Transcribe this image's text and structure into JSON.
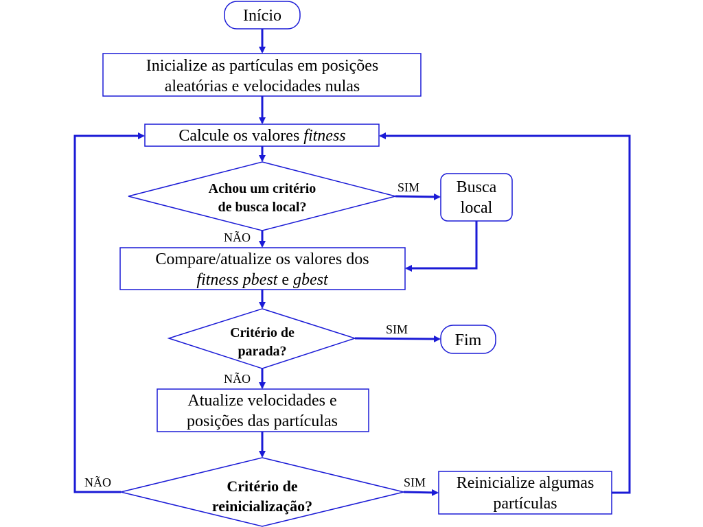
{
  "colors": {
    "stroke": "#1a1ad6",
    "text": "#000000",
    "background": "#ffffff"
  },
  "nodes": {
    "start": {
      "text": "Início"
    },
    "init": {
      "line1": "Inicialize as partículas em posições",
      "line2": "aleatórias e velocidades nulas"
    },
    "fitness": {
      "prefix": "Calcule os valores ",
      "italic": "fitness"
    },
    "local_search_decision": {
      "line1": "Achou um critério",
      "line2": "de busca local?"
    },
    "local_search": {
      "line1": "Busca",
      "line2": "local"
    },
    "compare": {
      "line1": "Compare/atualize os valores dos",
      "line2_italic_a": "fitness pbest",
      "line2_mid": " e ",
      "line2_italic_b": "gbest"
    },
    "stop_decision": {
      "line1": "Critério de",
      "line2": "parada?"
    },
    "end": {
      "text": "Fim"
    },
    "update": {
      "line1": "Atualize velocidades e",
      "line2": "posições das partículas"
    },
    "reinit_decision": {
      "line1": "Critério de",
      "line2": "reinicialização?"
    },
    "reinit": {
      "line1": "Reinicialize algumas",
      "line2": "partículas"
    }
  },
  "edge_labels": {
    "local_yes": "SIM",
    "local_no": "NÃO",
    "stop_yes": "SIM",
    "stop_no": "NÃO",
    "reinit_yes": "SIM",
    "reinit_no": "NÃO"
  }
}
